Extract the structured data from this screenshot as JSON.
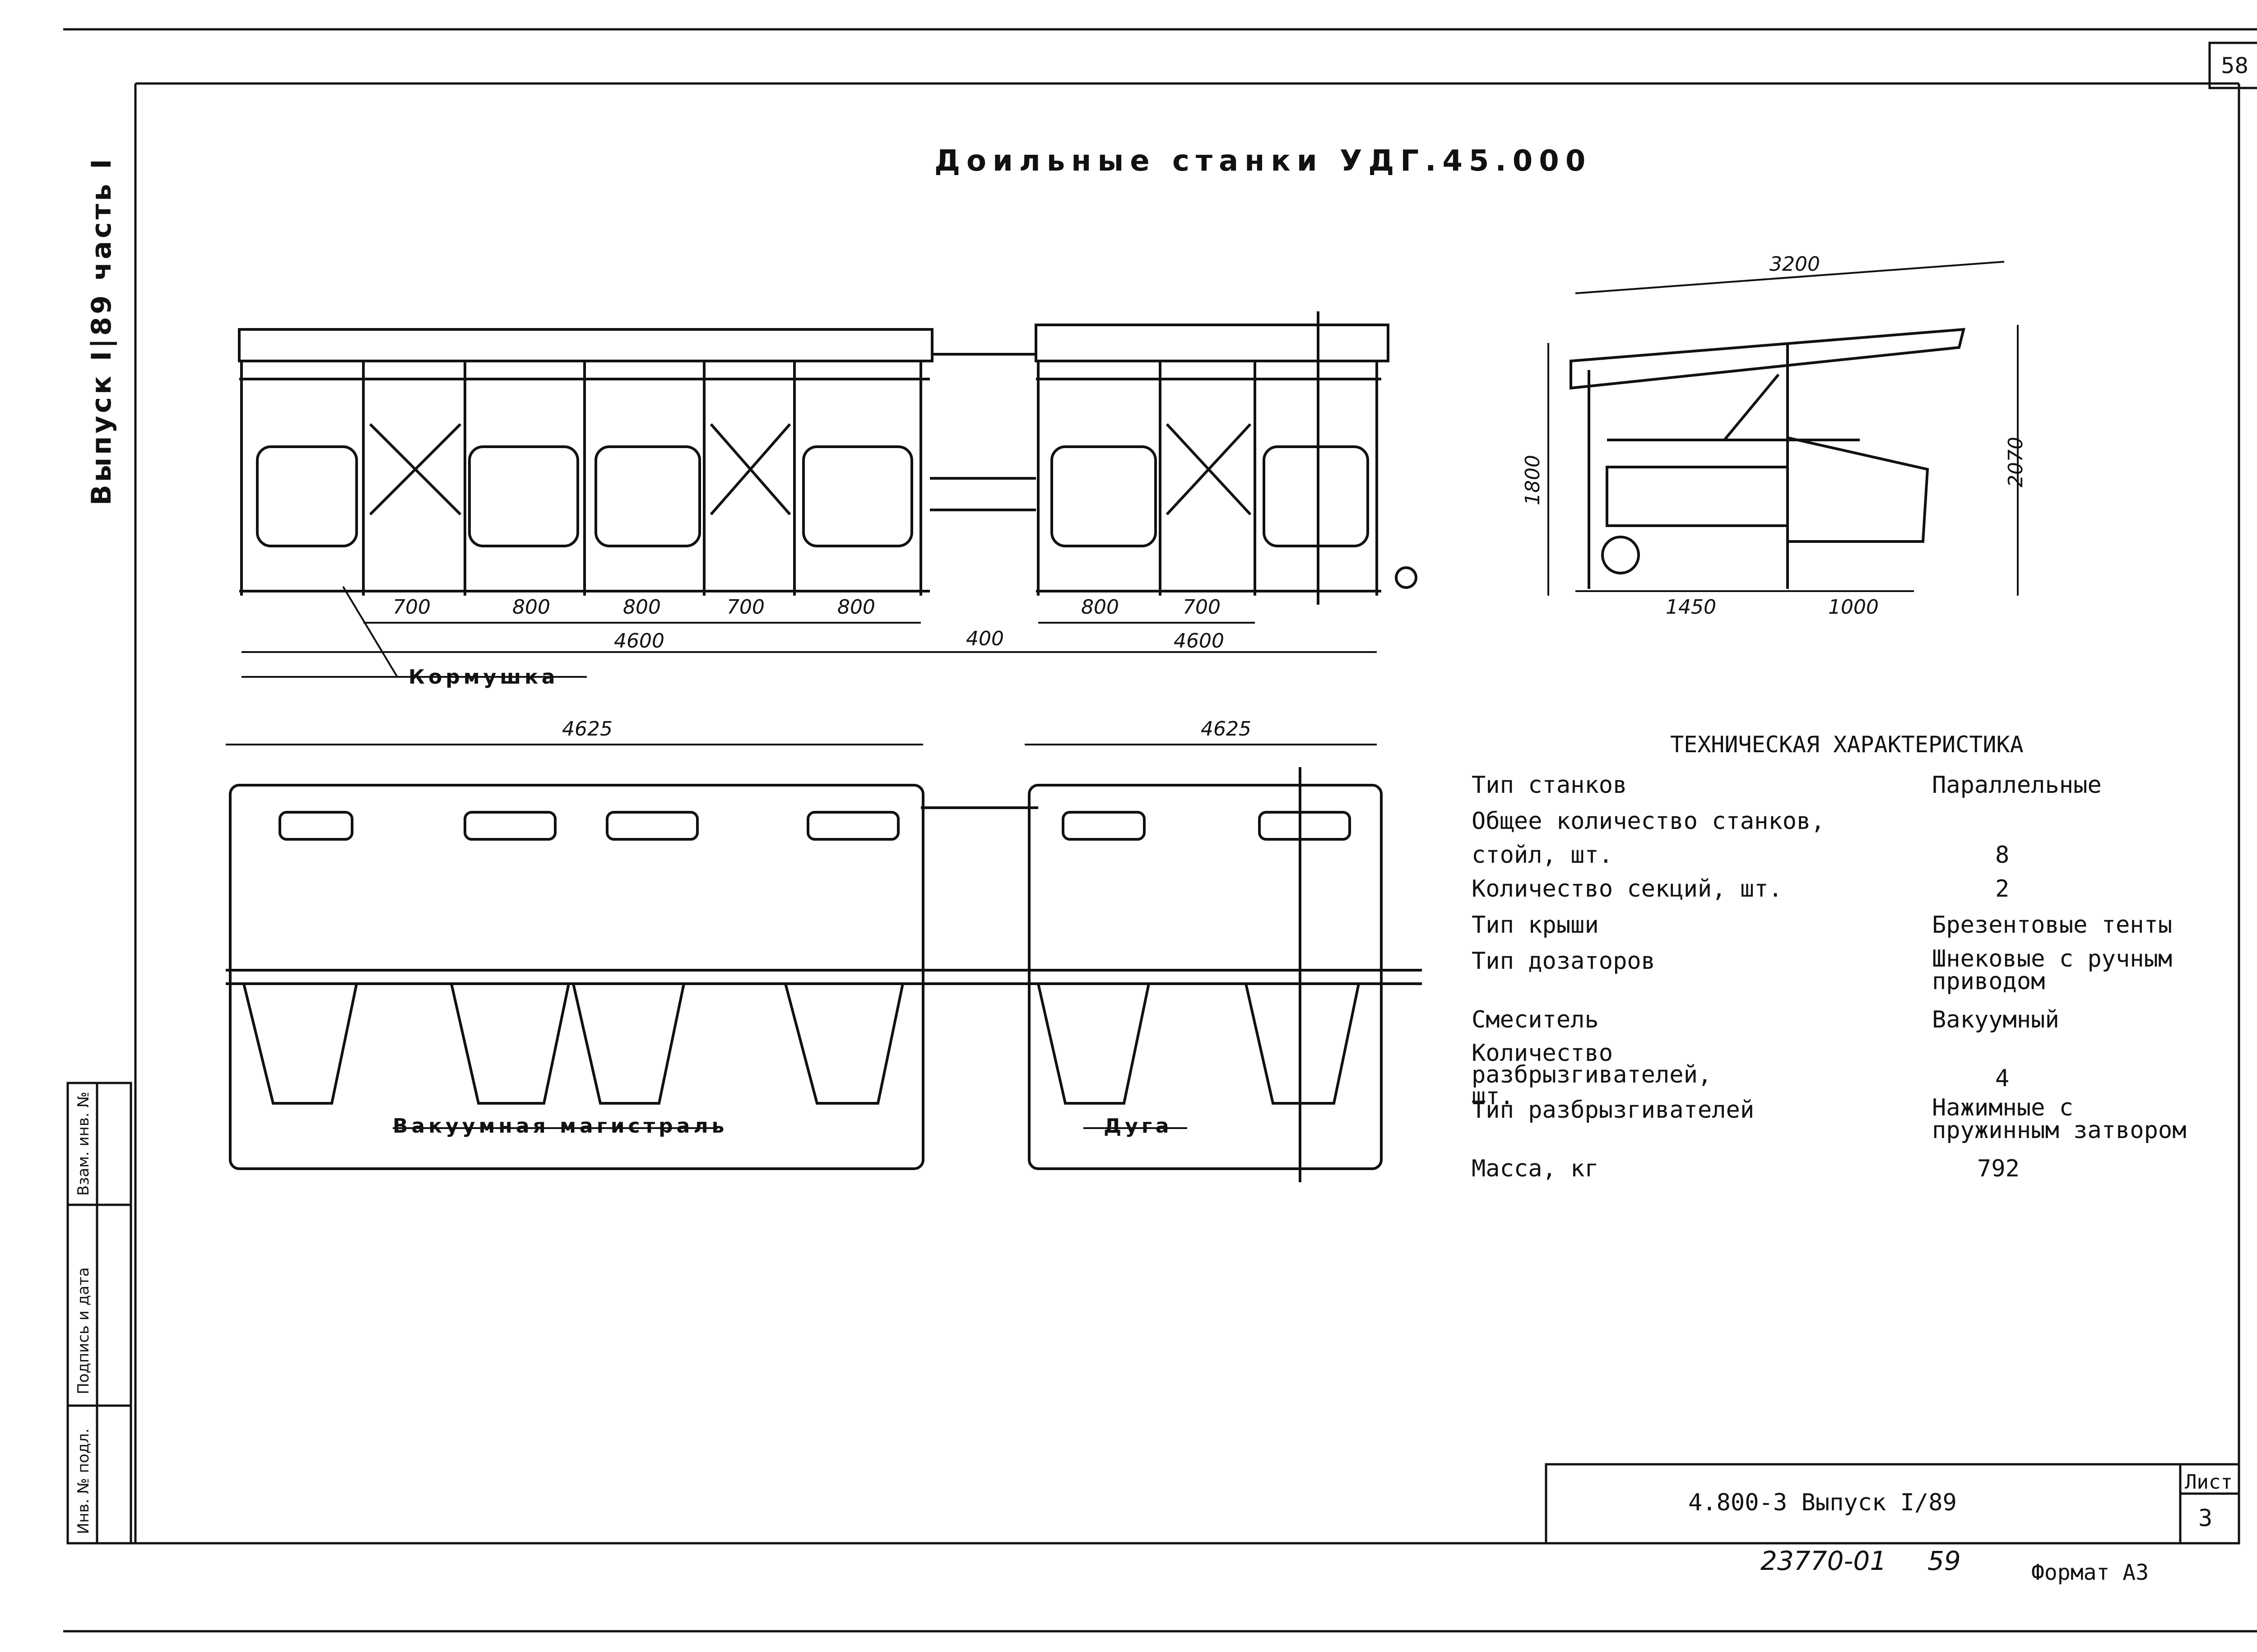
{
  "page_number": "58",
  "side_label": "Выпуск I|89 часть I",
  "title": "Доильные станки УДГ.45.000",
  "front_view": {
    "dims_row1": [
      "700",
      "800",
      "800",
      "700",
      "800",
      "800",
      "700"
    ],
    "dims_row2": [
      "4600",
      "400",
      "4600"
    ],
    "label_feeder": "Кормушка"
  },
  "plan_view": {
    "dims": [
      "4625",
      "4625"
    ],
    "label_vacuum": "Вакуумная магистраль",
    "label_arc": "Дуга"
  },
  "side_view": {
    "dims": [
      "3200",
      "1800",
      "2070",
      "1450",
      "1000"
    ]
  },
  "specs": {
    "heading": "ТЕХНИЧЕСКАЯ ХАРАКТЕРИСТИКА",
    "rows": [
      {
        "label": "Тип станков",
        "value": "Параллельные"
      },
      {
        "label": "Общее количество станков,",
        "value": ""
      },
      {
        "label": "стойл, шт.",
        "value": "8"
      },
      {
        "label": "Количество секций, шт.",
        "value": "2"
      },
      {
        "label": "Тип крыши",
        "value": "Брезентовые тенты"
      },
      {
        "label": "Тип дозаторов",
        "value": "Шнековые с ручным приводом"
      },
      {
        "label": "Смеситель",
        "value": "Вакуумный"
      },
      {
        "label": "Количество разбрызгивателей, шт.",
        "value": "4"
      },
      {
        "label": "Тип разбрызгивателей",
        "value": "Нажимные с пружинным затвором"
      },
      {
        "label": "Масса, кг",
        "value": "792"
      }
    ]
  },
  "stamp": {
    "labels": [
      "Взам. инв. №",
      "Подпись и дата",
      "Инв. № подл."
    ],
    "doc_code": "4.800-3  Выпуск I/89",
    "sheet_label": "Лист",
    "sheet_number": "3"
  },
  "footer": {
    "archive_number": "23770-01",
    "archive_page": "59",
    "format": "Формат А3"
  }
}
